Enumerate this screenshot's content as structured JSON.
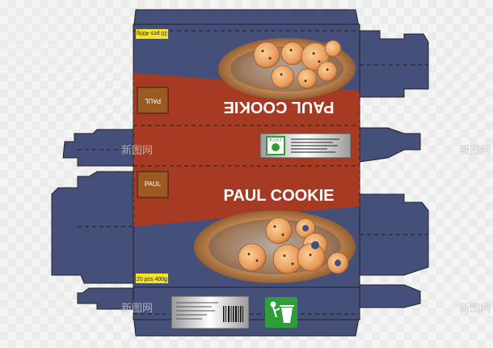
{
  "box": {
    "brand_top": "PAUL COOKIE",
    "brand_bottom": "PAUL COOKIE",
    "weight_top": "20 pcs 400g",
    "weight_bottom": "20 pcs 400g",
    "side_label_top": "PAUL",
    "side_label_bottom": "PAUL",
    "nutrition_badge": "食品安全",
    "recycle_icon": "recycle-bin-icon",
    "barcode_icon": "barcode-icon"
  },
  "watermarks": [
    "新图网",
    "新图网",
    "新图网",
    "新图网"
  ],
  "colors": {
    "navy": "#45507a",
    "brown": "#a63a22",
    "gold": "#c98b4e",
    "cookie": "#e69a5a",
    "green": "#2e9d3a",
    "yellow": "#f5e22a"
  }
}
